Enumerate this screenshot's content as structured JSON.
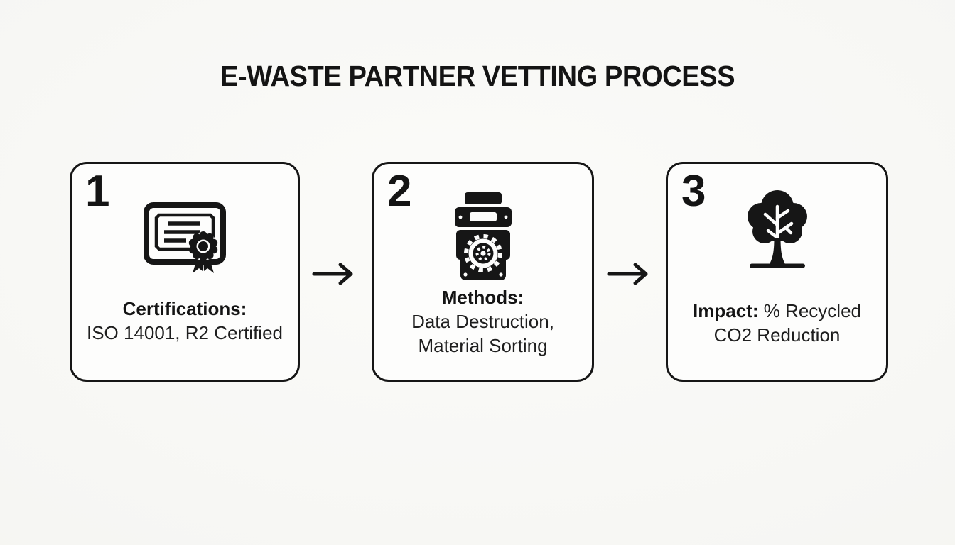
{
  "title": "E-WASTE PARTNER VETTING PROCESS",
  "colors": {
    "ink": "#161616",
    "page_bg": "#f6f6f3",
    "box_bg": "#fdfdfc"
  },
  "steps": [
    {
      "number": "1",
      "icon": "certificate-icon",
      "heading": "Certifications:",
      "lines": [
        "ISO 14001, R2 Certified"
      ]
    },
    {
      "number": "2",
      "icon": "shredder-icon",
      "heading": "Methods:",
      "lines": [
        "Data Destruction,",
        "Material Sorting"
      ]
    },
    {
      "number": "3",
      "icon": "tree-icon",
      "heading": "Impact:",
      "heading_suffix": " % Recycled",
      "lines": [
        "CO2 Reduction"
      ]
    }
  ],
  "arrows": [
    {
      "icon": "right-arrow-icon"
    },
    {
      "icon": "right-arrow-icon"
    }
  ]
}
